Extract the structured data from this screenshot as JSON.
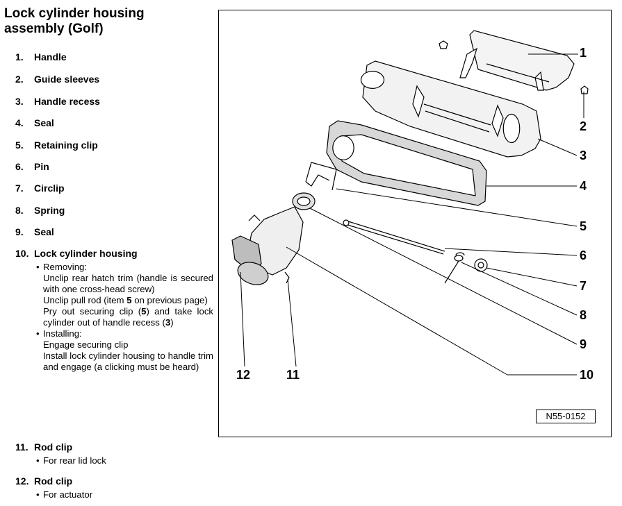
{
  "title": "Lock cylinder housing assembly (Golf)",
  "items": [
    {
      "num": "1.",
      "label": "Handle"
    },
    {
      "num": "2.",
      "label": "Guide sleeves"
    },
    {
      "num": "3.",
      "label": "Handle recess"
    },
    {
      "num": "4.",
      "label": "Seal"
    },
    {
      "num": "5.",
      "label": "Retaining clip"
    },
    {
      "num": "6.",
      "label": "Pin"
    },
    {
      "num": "7.",
      "label": "Circlip"
    },
    {
      "num": "8.",
      "label": "Spring"
    },
    {
      "num": "9.",
      "label": "Seal"
    },
    {
      "num": "10.",
      "label": "Lock cylinder housing"
    },
    {
      "num": "11.",
      "label": "Rod clip"
    },
    {
      "num": "12.",
      "label": "Rod clip"
    }
  ],
  "item10": {
    "removing_heading": "Removing:",
    "removing_lines": [
      "Unclip rear hatch trim (handle is secured with one cross-head screw)",
      "Unclip pull rod (item ",
      "5",
      " on previous page)",
      "Pry out securing clip (",
      "5",
      ") and take lock cylinder out of handle recess (",
      "3",
      ")"
    ],
    "installing_heading": "Installing:",
    "installing_lines": [
      "Engage securing clip",
      "Install lock cylinder housing to handle trim and engage (a clicking must be heard)"
    ]
  },
  "item11_note": "For rear lid lock",
  "item12_note": "For actuator",
  "bullet": "•",
  "callouts": [
    "1",
    "2",
    "3",
    "4",
    "5",
    "6",
    "7",
    "8",
    "9",
    "10",
    "12",
    "11"
  ],
  "figure_code": "N55-0152"
}
